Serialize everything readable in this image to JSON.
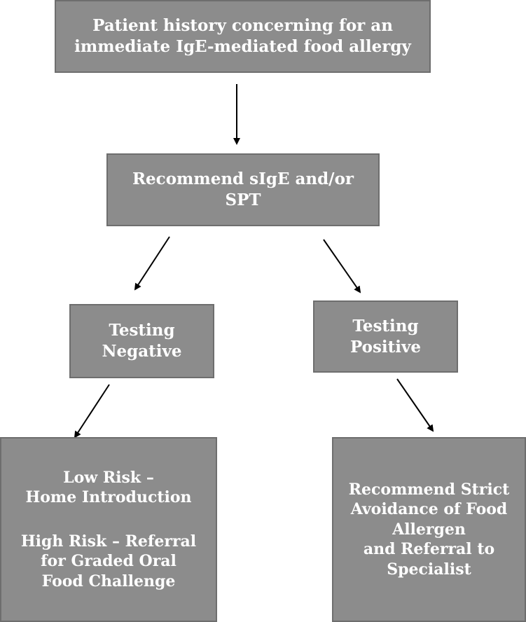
{
  "nodes": {
    "history": {
      "lines": [
        "Patient history concerning for an",
        "immediate IgE-mediated food allergy"
      ]
    },
    "recommend": {
      "lines": [
        "Recommend sIgE and/or",
        "SPT"
      ]
    },
    "negative": {
      "lines": [
        "Testing",
        "Negative"
      ]
    },
    "positive": {
      "lines": [
        "Testing",
        "Positive"
      ]
    },
    "low_high": {
      "low_lines": [
        "Low Risk –",
        "Home Introduction"
      ],
      "high_lines": [
        "High Risk – Referral",
        "for Graded Oral",
        "Food Challenge"
      ]
    },
    "strict": {
      "lines": [
        "Recommend Strict",
        "Avoidance of Food",
        "Allergen",
        "and Referral to",
        "Specialist"
      ]
    }
  }
}
